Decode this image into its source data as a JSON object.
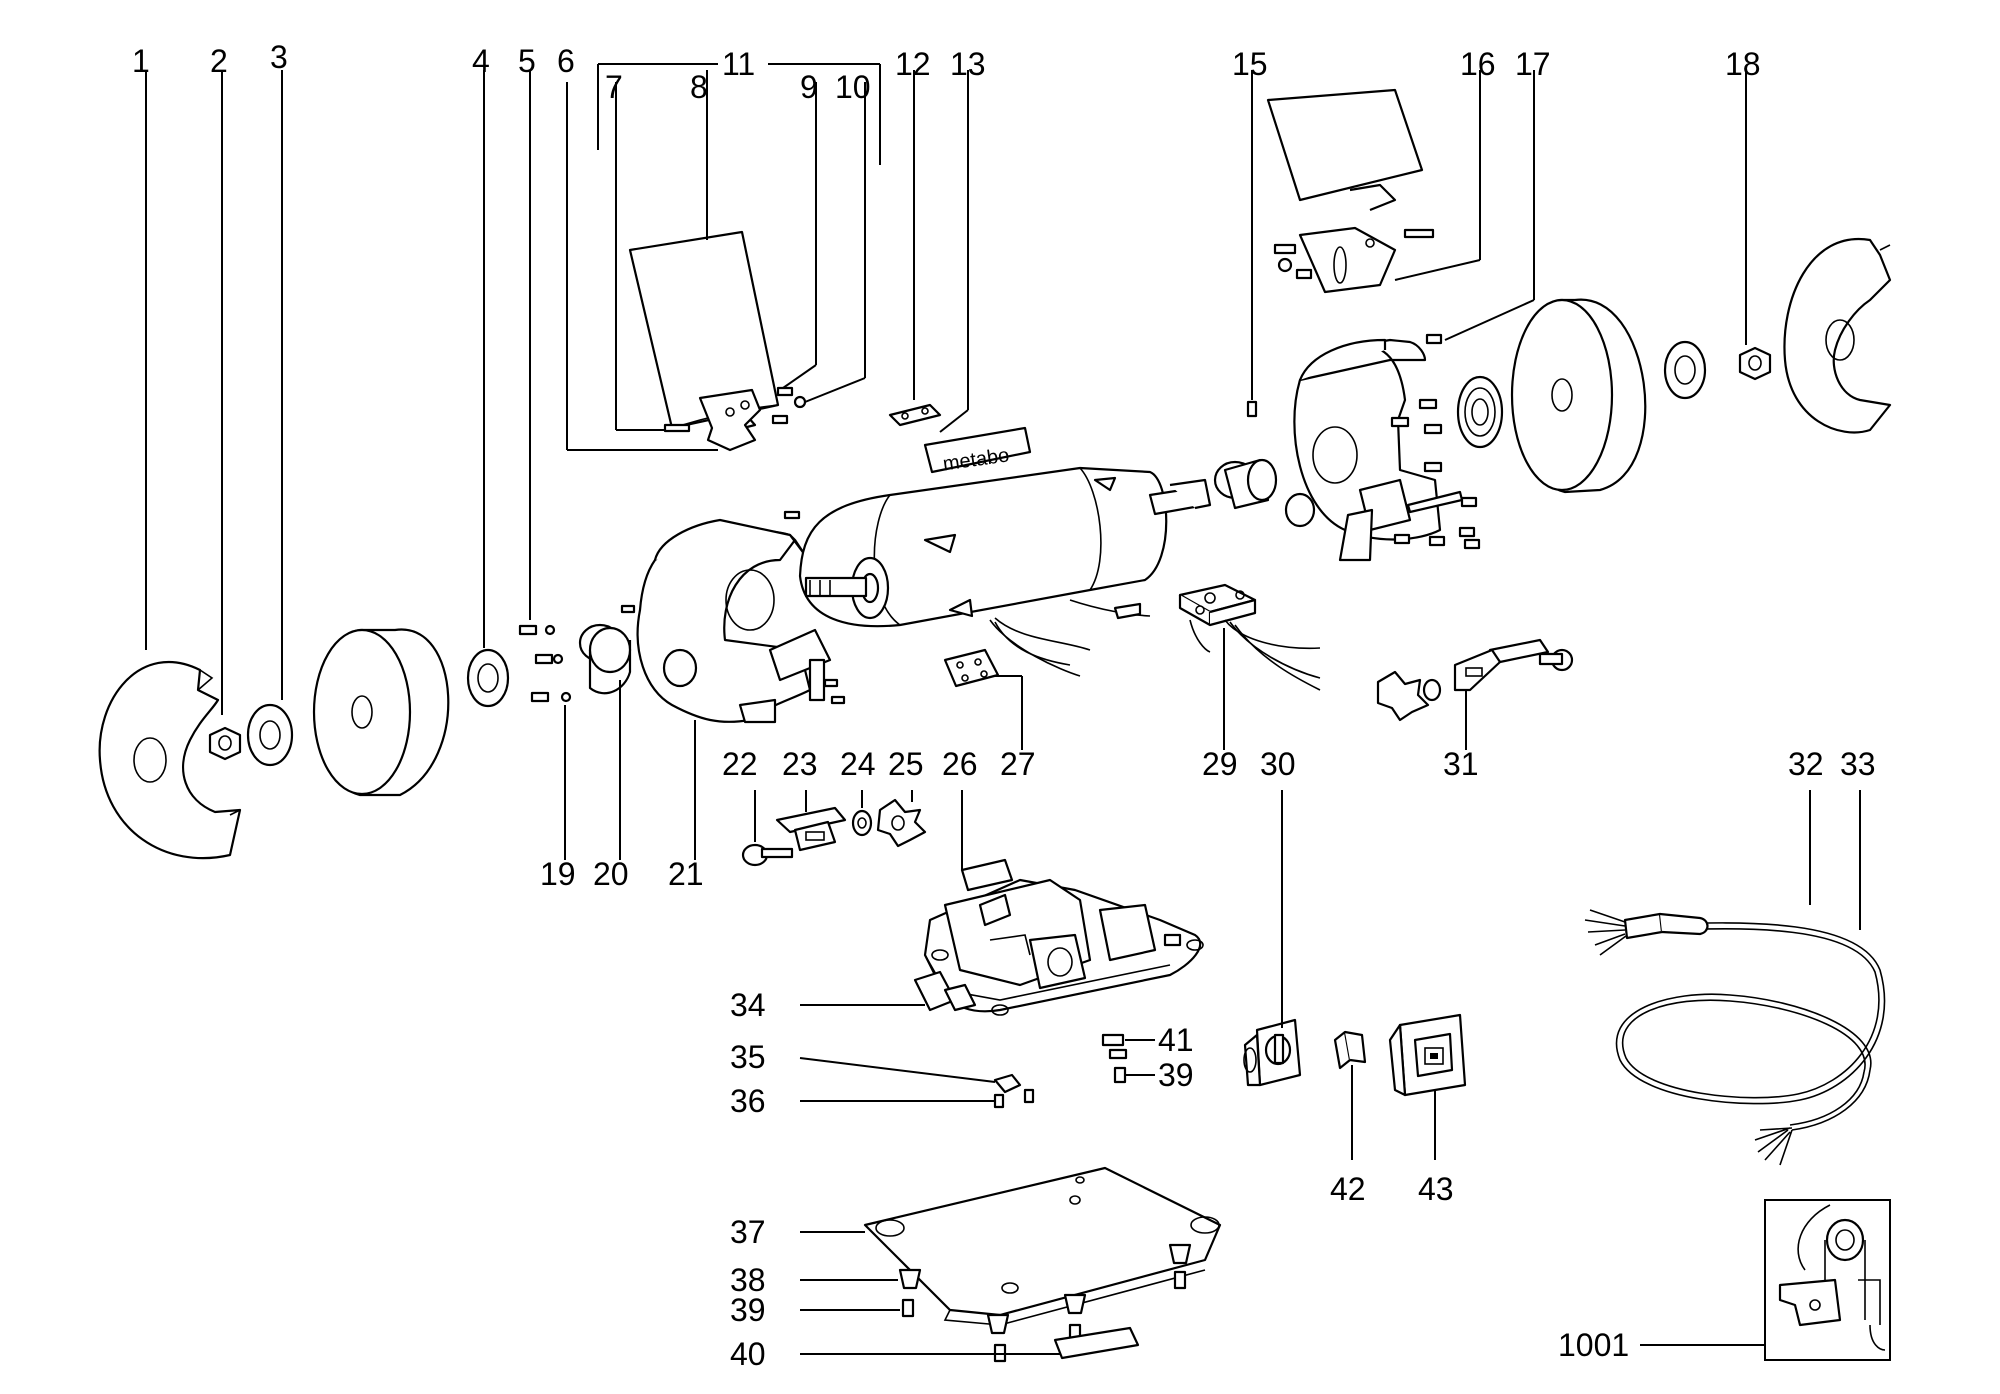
{
  "diagram": {
    "brand_plate_text": "metabo",
    "labels": [
      "1",
      "2",
      "3",
      "4",
      "5",
      "6",
      "7",
      "8",
      "9",
      "10",
      "11",
      "12",
      "13",
      "15",
      "16",
      "17",
      "18",
      "19",
      "20",
      "21",
      "22",
      "23",
      "24",
      "25",
      "26",
      "27",
      "29",
      "30",
      "31",
      "32",
      "33",
      "34",
      "35",
      "36",
      "37",
      "38",
      "39",
      "39",
      "40",
      "41",
      "42",
      "43",
      "1001"
    ]
  }
}
